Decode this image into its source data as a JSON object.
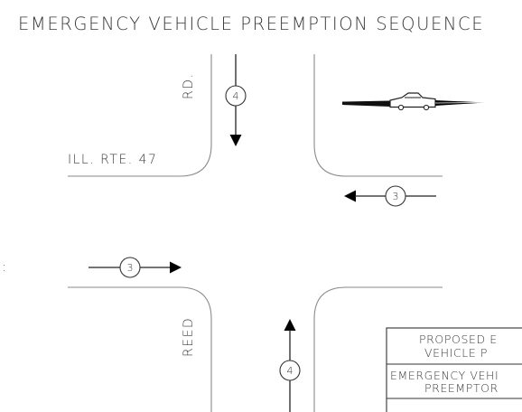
{
  "title": "EMERGENCY VEHICLE PREEMPTION SEQUENCE",
  "streets": {
    "road_suffix": "RD.",
    "road_name": "REED",
    "highway": "ILL. RTE. 47"
  },
  "phase_markers": {
    "southbound": "4",
    "northbound": "4",
    "westbound": "3",
    "eastbound": "3"
  },
  "legend_box": {
    "header_line_1": "PROPOSED E",
    "header_line_2": "VEHICLE P",
    "item_line_1": "EMERGENCY VEHI",
    "item_line_2": "PREEMPTOR"
  },
  "left_edge_glyph": ":"
}
